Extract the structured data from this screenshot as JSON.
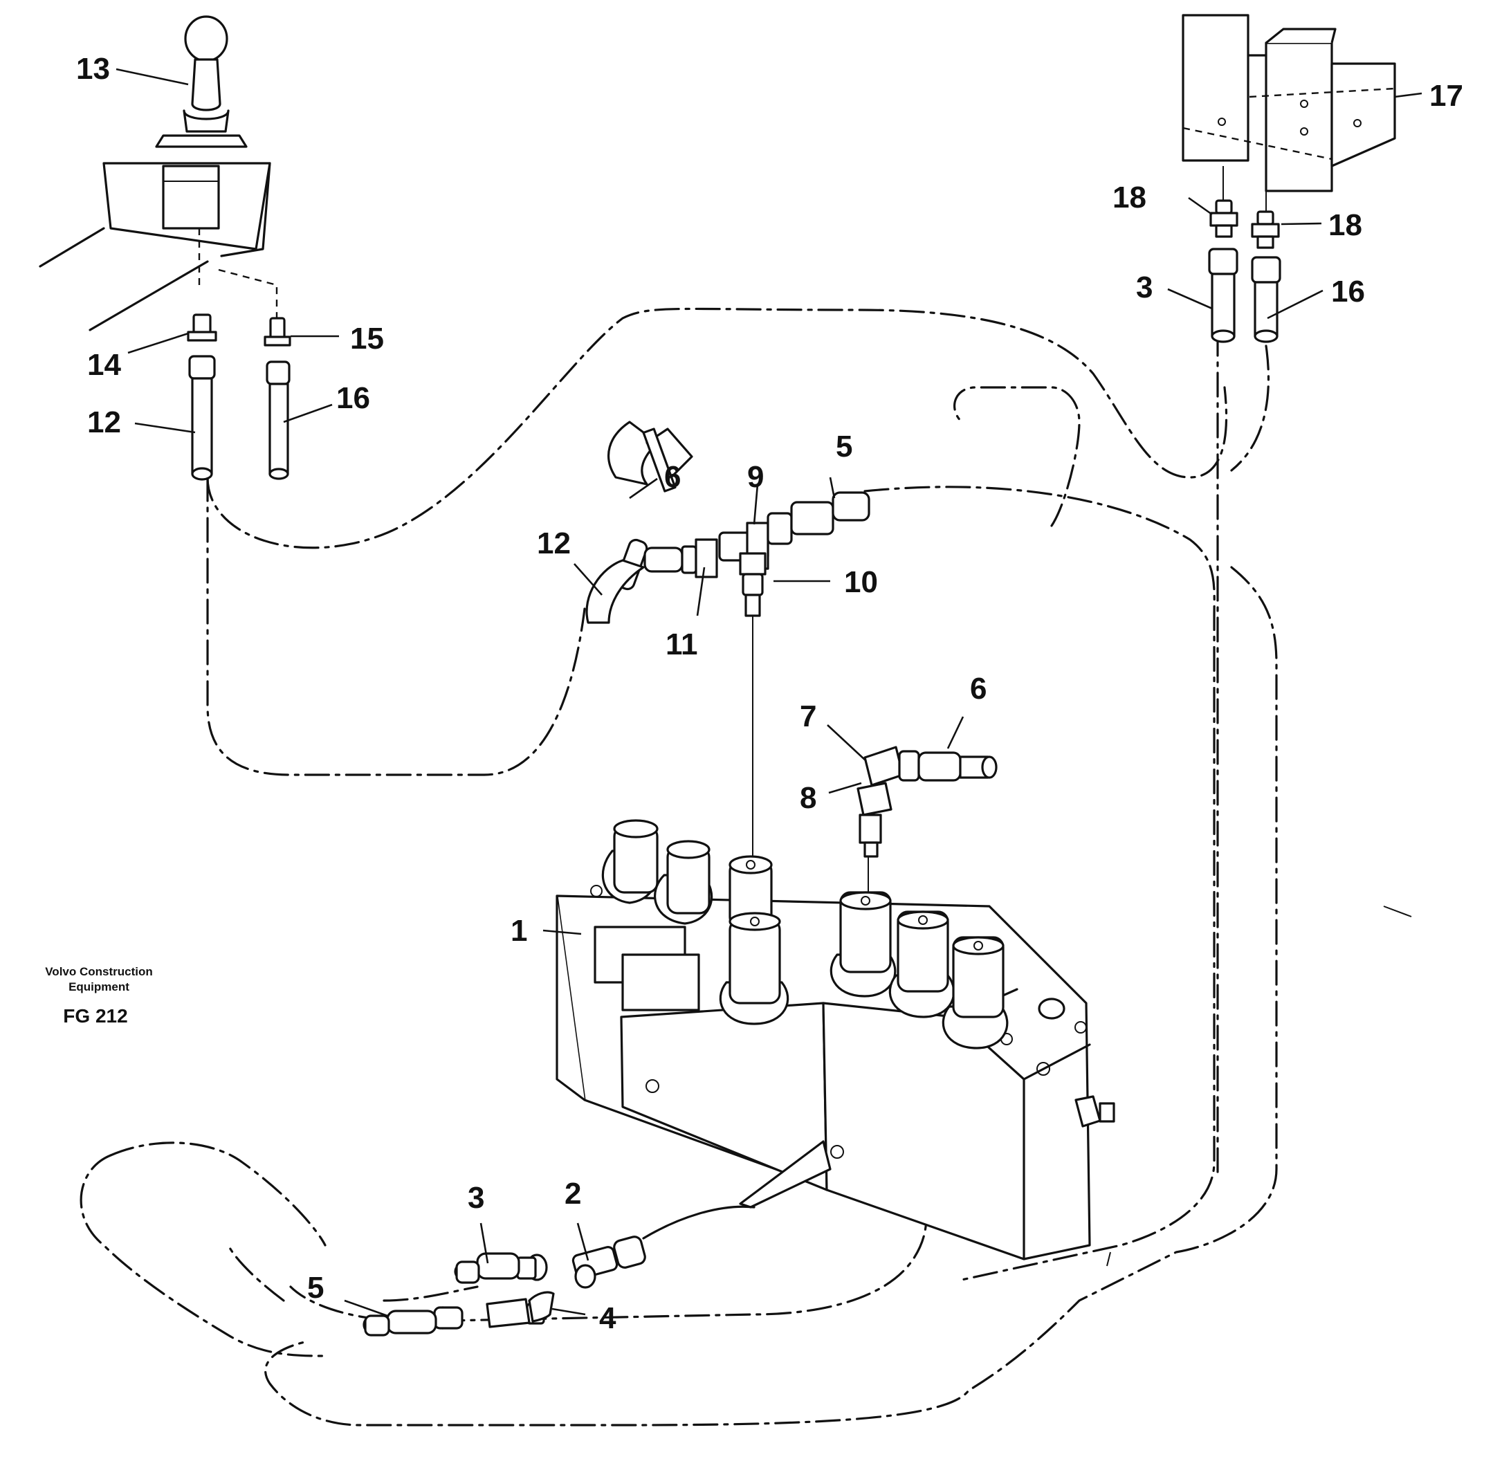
{
  "brand": {
    "line1": "Volvo Construction",
    "line2": "Equipment",
    "figure_code": "FG 212"
  },
  "callouts": {
    "c13": "13",
    "c14": "14",
    "c15": "15",
    "c12a": "12",
    "c16a": "16",
    "c17": "17",
    "c18a": "18",
    "c18b": "18",
    "c3a": "3",
    "c16b": "16",
    "c6a": "6",
    "c9": "9",
    "c5a": "5",
    "c12b": "12",
    "c10": "10",
    "c11": "11",
    "c7": "7",
    "c6b": "6",
    "c8": "8",
    "c1": "1",
    "c3b": "3",
    "c2": "2",
    "c5b": "5",
    "c4": "4"
  }
}
